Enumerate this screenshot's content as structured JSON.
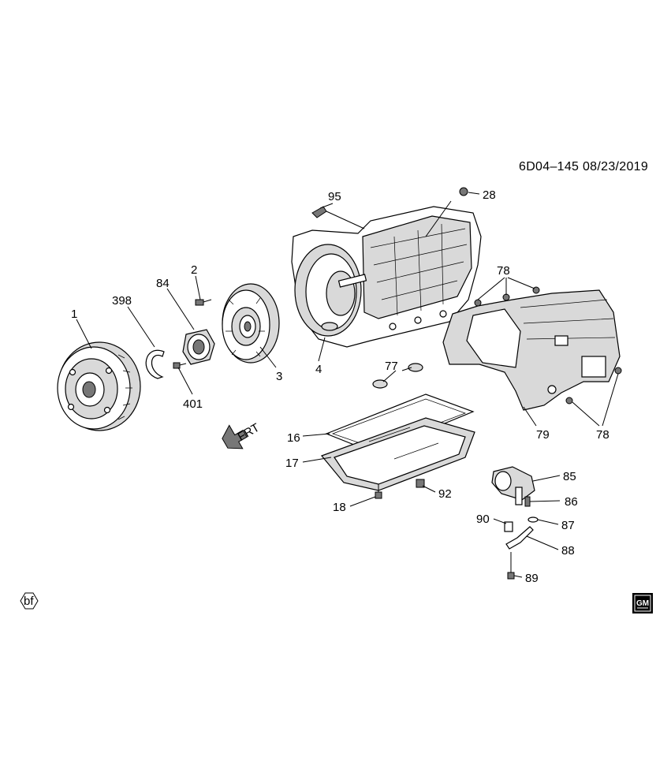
{
  "diagram_ref": "6D04–145  08/23/2019",
  "badge": "bf",
  "logo": "GM",
  "frt_label": "FRT",
  "callouts": {
    "c1": "1",
    "c398": "398",
    "c84": "84",
    "c2": "2",
    "c401": "401",
    "c3": "3",
    "c4": "4",
    "c95": "95",
    "c28": "28",
    "c78a": "78",
    "c78b": "78",
    "c79": "79",
    "c77": "77",
    "c16": "16",
    "c17": "17",
    "c18": "18",
    "c92": "92",
    "c85": "85",
    "c86": "86",
    "c87": "87",
    "c88": "88",
    "c89": "89",
    "c90": "90"
  }
}
